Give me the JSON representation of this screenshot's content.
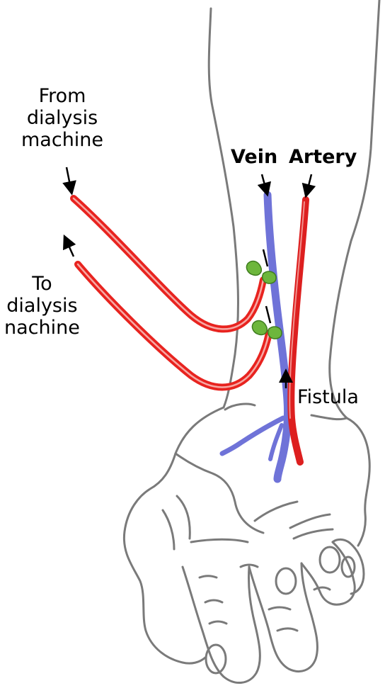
{
  "labels": {
    "from_machine": [
      "From",
      "dialysis",
      "machine"
    ],
    "to_machine": [
      "To",
      "dialysis",
      "nachine"
    ],
    "vein": "Vein",
    "artery": "Artery",
    "fistula": "Fistula"
  },
  "colors": {
    "outline": "#7a7a7a",
    "tube": "#e8231f",
    "tube_highlight": "#f7a9a5",
    "vein": "#6f73d8",
    "artery": "#dd1f1f",
    "needle": "#6db63c",
    "label_text": "#000000"
  }
}
